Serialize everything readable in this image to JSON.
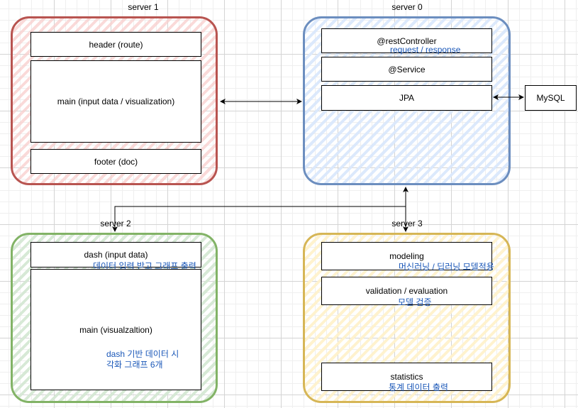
{
  "servers": {
    "s1": {
      "title": "server 1",
      "header": "header (route)",
      "main": "main (input data / visualization)",
      "footer": "footer (doc)"
    },
    "s0": {
      "title": "server 0",
      "rest": "@restController",
      "rest_note": "request / response",
      "service": "@Service",
      "jpa": "JPA",
      "db": "MySQL"
    },
    "s2": {
      "title": "server 2",
      "dash": "dash (input data)",
      "dash_note": "데이터 입력 받고 그래프 출력",
      "main": "main (visualzaltion)",
      "main_note_1": "dash 기반 데이터 시",
      "main_note_2": "각화 그래프 6개"
    },
    "s3": {
      "title": "server 3",
      "modeling": "modeling",
      "modeling_note": "머신러닝 / 딥러닝 모델적용",
      "validation": "validation / evaluation",
      "validation_note": "모델 검증",
      "statistics": "statistics",
      "statistics_note": "통계 데이터 출력"
    }
  },
  "colors": {
    "red_border": "#b85450",
    "blue_border": "#6c8ebf",
    "green_border": "#82b366",
    "yellow_border": "#d6b656",
    "note_text": "#1a57b8"
  }
}
